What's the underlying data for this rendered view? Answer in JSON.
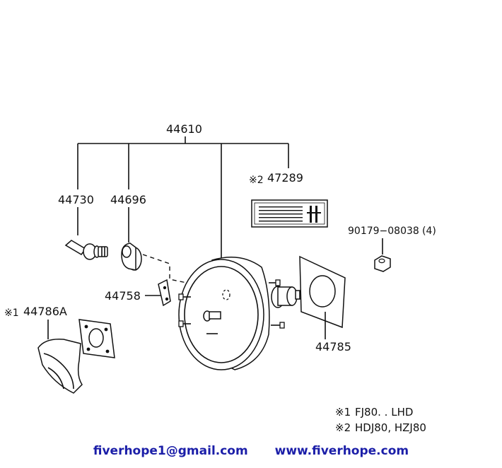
{
  "parts": {
    "p44610": "44610",
    "p47289": "47289",
    "p47289_mark": "※2",
    "p44730": "44730",
    "p44696": "44696",
    "p90179": "90179−08038",
    "p90179_qty": "(4)",
    "p44758": "44758",
    "p44786a": "44786A",
    "p44786a_mark": "※1",
    "p44785": "44785"
  },
  "notes": {
    "note1_mark": "※1",
    "note1_text": "FJ80. . LHD",
    "note2_mark": "※2",
    "note2_text": "HDJ80, HZJ80"
  },
  "footer": {
    "email": "fiverhope1@gmail.com",
    "website": "www.fiverhope.com"
  },
  "colors": {
    "line": "#111111",
    "footer_text": "#1b1ea8",
    "background": "#ffffff"
  }
}
